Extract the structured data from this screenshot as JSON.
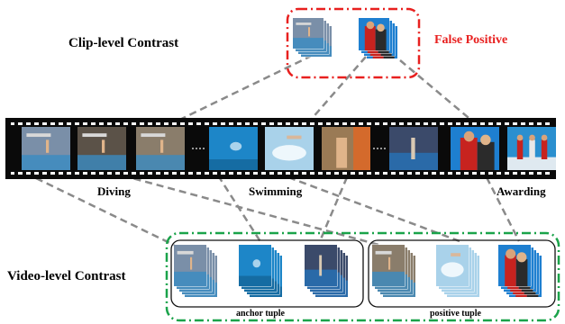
{
  "headings": {
    "clip_level": "Clip-level Contrast",
    "video_level": "Video-level Contrast"
  },
  "false_positive_label": "False Positive",
  "categories": {
    "diving": "Diving",
    "swimming": "Swimming",
    "awarding": "Awarding"
  },
  "captions": {
    "anchor_tuple": "anchor tuple",
    "positive_tuple": "positive tuple"
  },
  "colors": {
    "clip_box": "#e8201f",
    "video_box": "#1aa34a",
    "connector": "#8a8a8a",
    "film": "#0a0a0a"
  },
  "thumbnails": [
    {
      "scene": "diving-platform",
      "dominant": "#7a8fa8"
    },
    {
      "scene": "diving-crowd",
      "dominant": "#5b5248"
    },
    {
      "scene": "diving-jump",
      "dominant": "#8a7d6b"
    },
    {
      "scene": "underwater",
      "dominant": "#1d86c8"
    },
    {
      "scene": "swimming-splash",
      "dominant": "#a9d2ea"
    },
    {
      "scene": "swimmer-standing",
      "dominant": "#9a7a55"
    },
    {
      "scene": "arena",
      "dominant": "#3b4a6a"
    },
    {
      "scene": "awarding-hug",
      "dominant": "#1e7fd0"
    },
    {
      "scene": "podium",
      "dominant": "#2a8fcf"
    }
  ]
}
